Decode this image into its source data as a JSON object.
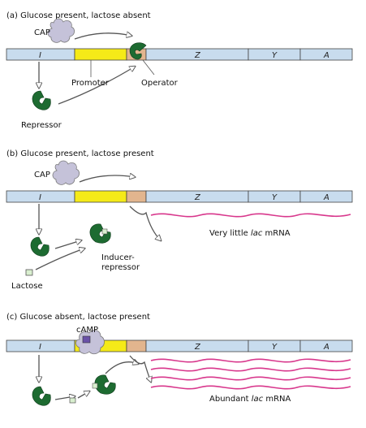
{
  "colors": {
    "dna": "#c8dcee",
    "promoter": "#f5ea18",
    "operator": "#e2b58e",
    "repressor": "#1d6b31",
    "cap": "#c5c2d9",
    "mrna": "#d8378c",
    "camp": "#6a52a8",
    "lactose": "#d9efcf"
  },
  "panels": [
    {
      "title": "(a) Glucose present, lactose absent",
      "segments": {
        "i": "I",
        "z": "Z",
        "y": "Y",
        "a": "A"
      },
      "cap_label": "CAP",
      "promoter_label": "Promoter",
      "operator_label": "Operator",
      "repressor_label": "Repressor"
    },
    {
      "title": "(b) Glucose present, lactose present",
      "segments": {
        "i": "I",
        "z": "Z",
        "y": "Y",
        "a": "A"
      },
      "cap_label": "CAP",
      "inducer_label_1": "Inducer-",
      "inducer_label_2": "repressor",
      "lactose_label": "Lactose",
      "mrna_prefix": "Very little ",
      "mrna_italic": "lac",
      "mrna_suffix": " mRNA"
    },
    {
      "title": "(c) Glucose absent, lactose present",
      "segments": {
        "i": "I",
        "z": "Z",
        "y": "Y",
        "a": "A"
      },
      "camp_label": "cAMP",
      "mrna_prefix": "Abundant ",
      "mrna_italic": "lac",
      "mrna_suffix": " mRNA"
    }
  ]
}
